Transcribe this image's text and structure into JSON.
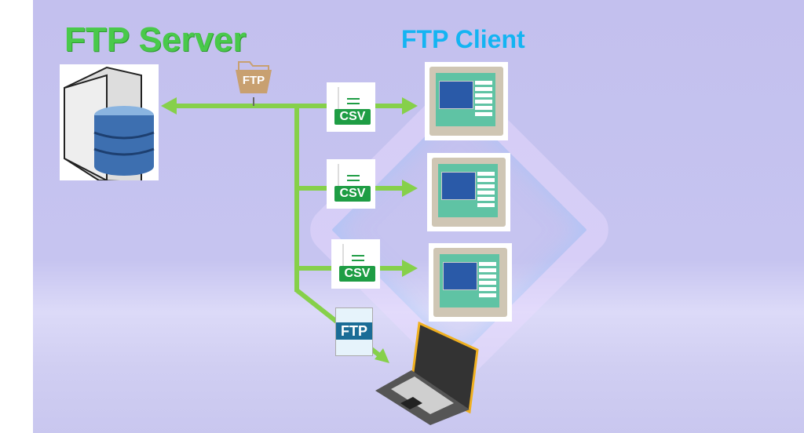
{
  "titles": {
    "server": "FTP Server",
    "client": "FTP Client"
  },
  "folder_label": "FTP",
  "transfers": [
    {
      "label": "CSV"
    },
    {
      "label": "CSV"
    },
    {
      "label": "CSV"
    }
  ],
  "ftp_file_label": "FTP",
  "colors": {
    "server_title": "#49c94a",
    "client_title": "#14b4f2",
    "arrow": "#86d04a",
    "csv_badge": "#1e9d44",
    "folder": "#c8a070",
    "laptop_rim": "#f0b020"
  }
}
